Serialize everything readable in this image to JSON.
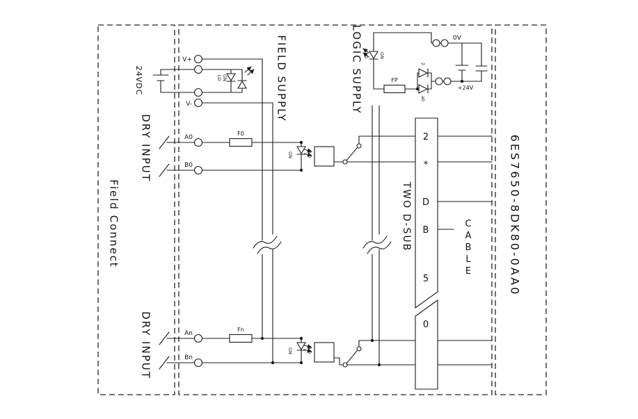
{
  "part_number": "6ES7650-8DK80-0AA0",
  "left_panel": {
    "title": "Field Connect",
    "dry_input_top": "DRY INPUT",
    "dry_input_bottom": "DRY  INPUT"
  },
  "field_supply": {
    "label": "FIELD SUPPLY",
    "battery": "24VDC",
    "v_plus": "V+",
    "v_minus": "V-",
    "led_ld": "LD",
    "led_gn": "GN"
  },
  "logic_supply": {
    "label": "LOGIC SUPPLY",
    "fuse": "FP",
    "led_ld": "LD",
    "led_gn": "GN",
    "zero_v": "0V",
    "plus_24v": "+24V",
    "diode_upper": "2",
    "diode_lower": "a0"
  },
  "channel_top": {
    "a": "A0",
    "b": "B0",
    "fuse": "F0",
    "led_gn": "GN",
    "led_ld": "LD"
  },
  "channel_bottom": {
    "a": "An",
    "b": "Bn",
    "fuse": "Fn",
    "led_gn": "GN",
    "led_ld": "LD"
  },
  "connector": {
    "label": "TWO D-SUB",
    "pins": [
      "2",
      "*",
      "D",
      "B",
      "5"
    ],
    "pin_zero": "0"
  },
  "cable": {
    "letters": [
      "C",
      "A",
      "B",
      "L",
      "E"
    ]
  }
}
